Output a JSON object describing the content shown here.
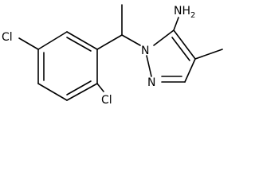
{
  "molecule": {
    "labels": {
      "cl_top": "Cl",
      "cl_bottom": "Cl",
      "nh2": "NH",
      "nh2_sub": "2",
      "n1": "N",
      "n2": "N"
    }
  }
}
